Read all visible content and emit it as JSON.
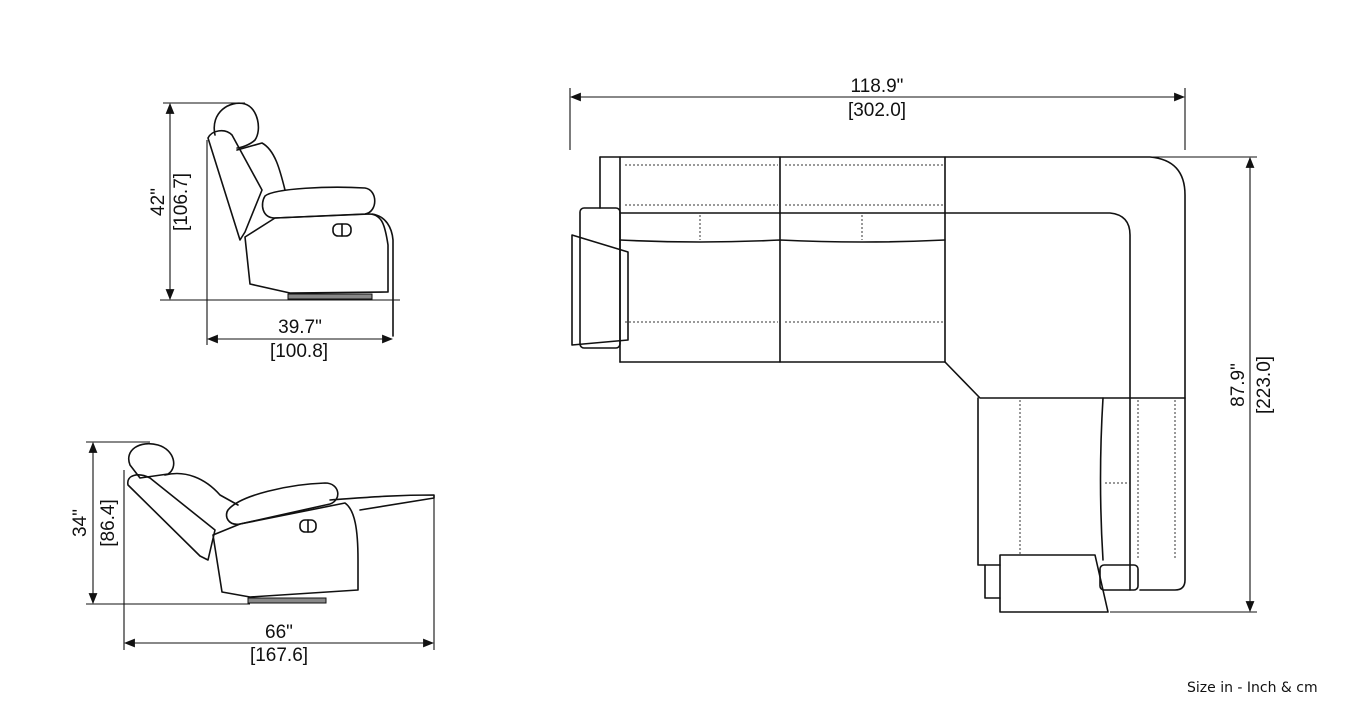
{
  "side_view_upright": {
    "height_in": "42\"",
    "height_cm": "[106.7]",
    "depth_in": "39.7\"",
    "depth_cm": "[100.8]"
  },
  "side_view_reclined": {
    "height_in": "34\"",
    "height_cm": "[86.4]",
    "depth_in": "66\"",
    "depth_cm": "[167.6]"
  },
  "plan_view": {
    "width_in": "118.9\"",
    "width_cm": "[302.0]",
    "depth_in": "87.9\"",
    "depth_cm": "[223.0]"
  },
  "caption": "Size in - Inch & cm"
}
